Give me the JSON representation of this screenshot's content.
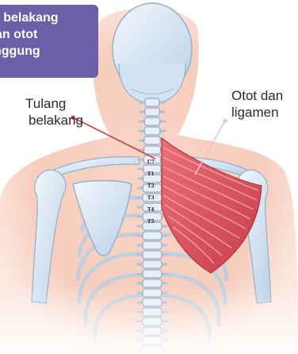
{
  "title_box": {
    "lines": [
      "g belakang",
      "an otot",
      "nggung"
    ]
  },
  "labels": {
    "spine": [
      "Tulang",
      "belakang"
    ],
    "muscle": [
      "Otot dan",
      "ligamen"
    ]
  },
  "vertebrae": [
    "C7",
    "T1",
    "T2",
    "T3",
    "T4",
    "T5"
  ],
  "colors": {
    "title_bg": "#6a5fa8",
    "body_glow": "#f6c9b8",
    "bone": "#dde9f5",
    "bone_shadow": "#8fb0cf",
    "muscle": "#d84c57",
    "pointer": "#d63a3a"
  }
}
